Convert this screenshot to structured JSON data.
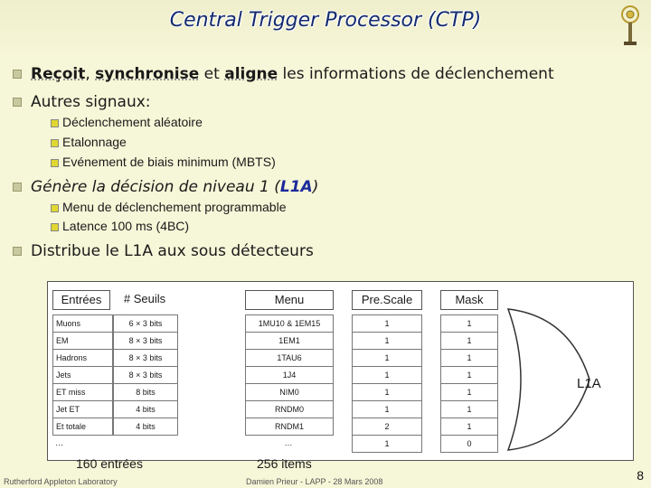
{
  "title": "Central Trigger Processor (CTP)",
  "bullets": {
    "b1": {
      "w1": "Reçoit",
      "sep": ", ",
      "w2": "synchronise",
      "et": " et ",
      "w3": "aligne",
      "rest": " les informations de déclenchement"
    },
    "b2": "Autres signaux:",
    "b2_items": [
      "Déclenchement aléatoire",
      "Etalonnage",
      "Evénement de biais minimum (MBTS)"
    ],
    "b3": {
      "pre": "Génère la décision de niveau 1 (",
      "hl": "L1A",
      "post": ")"
    },
    "b3_items": [
      "Menu de déclenchement programmable",
      "Latence 100 ms (4BC)"
    ],
    "b4": "Distribue le L1A aux sous détecteurs"
  },
  "table": {
    "headers": {
      "entrees": "Entrées",
      "seuils": "# Seuils",
      "menu": "Menu",
      "prescale": "Pre.Scale",
      "mask": "Mask"
    },
    "rows": [
      {
        "entree": "Muons",
        "seuils": "6 × 3 bits",
        "menu": "1MU10 & 1EM15",
        "prescale": "1",
        "mask": "1"
      },
      {
        "entree": "EM",
        "seuils": "8 × 3 bits",
        "menu": "1EM1",
        "prescale": "1",
        "mask": "1"
      },
      {
        "entree": "Hadrons",
        "seuils": "8 × 3 bits",
        "menu": "1TAU6",
        "prescale": "1",
        "mask": "1"
      },
      {
        "entree": "Jets",
        "seuils": "8 × 3 bits",
        "menu": "1J4",
        "prescale": "1",
        "mask": "1"
      },
      {
        "entree": "ET miss",
        "seuils": "8 bits",
        "menu": "NIM0",
        "prescale": "1",
        "mask": "1"
      },
      {
        "entree": "Jet ET",
        "seuils": "4 bits",
        "menu": "RNDM0",
        "prescale": "1",
        "mask": "1"
      },
      {
        "entree": "Et totale",
        "seuils": "4 bits",
        "menu": "RNDM1",
        "prescale": "2",
        "mask": "1"
      },
      {
        "entree": "…",
        "seuils": "",
        "menu": "…",
        "prescale": "1",
        "mask": "0"
      }
    ],
    "l1a": "L1A",
    "entrees_count": "160 entrées",
    "items_count": "256 items"
  },
  "footer": {
    "left": "Rutherford Appleton Laboratory",
    "center": "Damien Prieur - LAPP - 28 Mars 2008",
    "page": "8"
  }
}
